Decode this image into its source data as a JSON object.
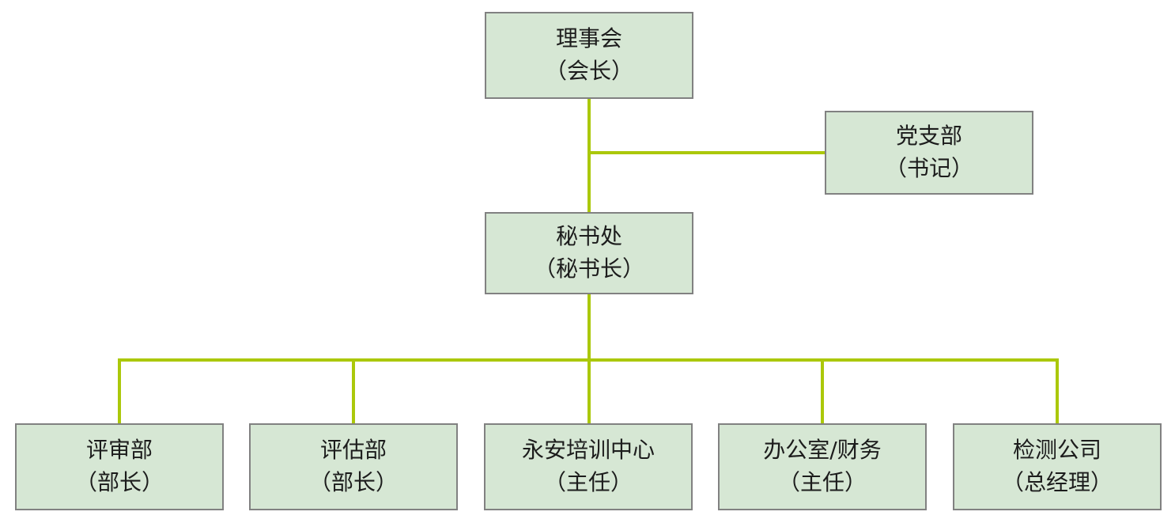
{
  "chart": {
    "type": "org-chart",
    "nodes": {
      "board": {
        "dept": "理事会",
        "role": "（会长）"
      },
      "party": {
        "dept": "党支部",
        "role": "（书记）"
      },
      "secretariat": {
        "dept": "秘书处",
        "role": "（秘书长）"
      },
      "review": {
        "dept": "评审部",
        "role": "（部长）"
      },
      "assessment": {
        "dept": "评估部",
        "role": "（部长）"
      },
      "training": {
        "dept": "永安培训中心",
        "role": "（主任）"
      },
      "office": {
        "dept": "办公室/财务",
        "role": "（主任）"
      },
      "testing": {
        "dept": "检测公司",
        "role": "（总经理）"
      }
    },
    "edges": [
      {
        "from": "board",
        "to": "secretariat"
      },
      {
        "from": "board",
        "to": "party"
      },
      {
        "from": "secretariat",
        "to": "review"
      },
      {
        "from": "secretariat",
        "to": "assessment"
      },
      {
        "from": "secretariat",
        "to": "training"
      },
      {
        "from": "secretariat",
        "to": "office"
      },
      {
        "from": "secretariat",
        "to": "testing"
      }
    ],
    "colors": {
      "box_fill": "#d6e7d4",
      "box_border": "#818181",
      "connector": "#abc80a",
      "text": "#1c1c1c",
      "page_bg": "#ffffff"
    }
  }
}
